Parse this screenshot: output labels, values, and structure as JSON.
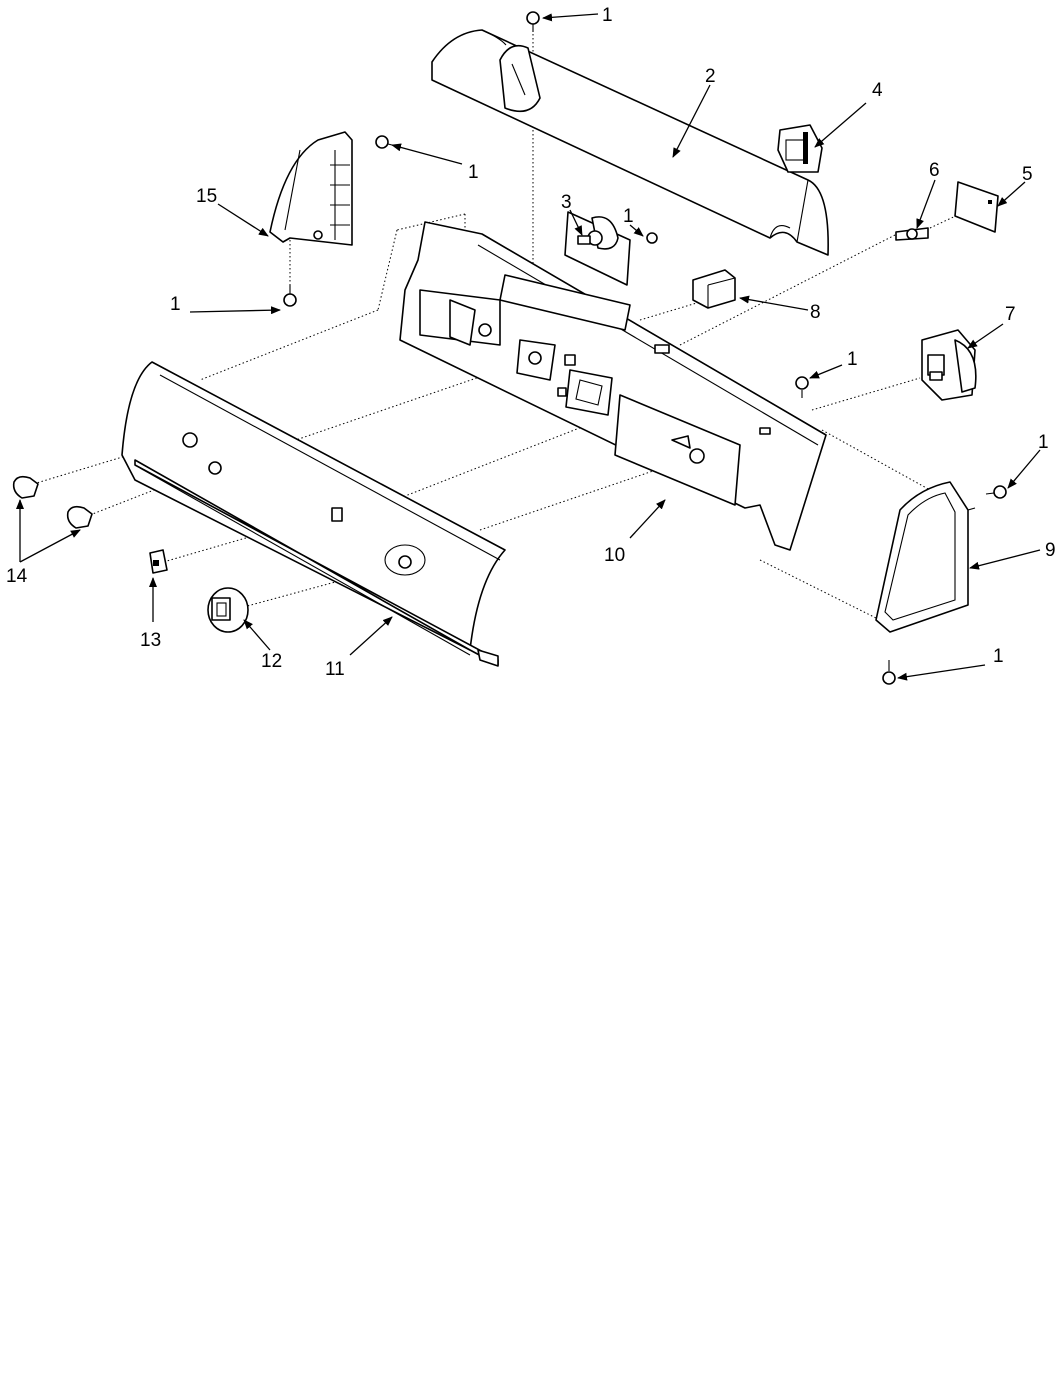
{
  "diagram": {
    "callouts": [
      {
        "id": "c1a",
        "label": "1"
      },
      {
        "id": "c2",
        "label": "2"
      },
      {
        "id": "c4",
        "label": "4"
      },
      {
        "id": "c1b",
        "label": "1"
      },
      {
        "id": "c15",
        "label": "15"
      },
      {
        "id": "c3",
        "label": "3"
      },
      {
        "id": "c1c",
        "label": "1"
      },
      {
        "id": "c6",
        "label": "6"
      },
      {
        "id": "c5",
        "label": "5"
      },
      {
        "id": "c1d",
        "label": "1"
      },
      {
        "id": "c8",
        "label": "8"
      },
      {
        "id": "c7",
        "label": "7"
      },
      {
        "id": "c1e",
        "label": "1"
      },
      {
        "id": "c1f",
        "label": "1"
      },
      {
        "id": "c9",
        "label": "9"
      },
      {
        "id": "c14",
        "label": "14"
      },
      {
        "id": "c10",
        "label": "10"
      },
      {
        "id": "c13",
        "label": "13"
      },
      {
        "id": "c12",
        "label": "12"
      },
      {
        "id": "c11",
        "label": "11"
      },
      {
        "id": "c1g",
        "label": "1"
      }
    ]
  }
}
